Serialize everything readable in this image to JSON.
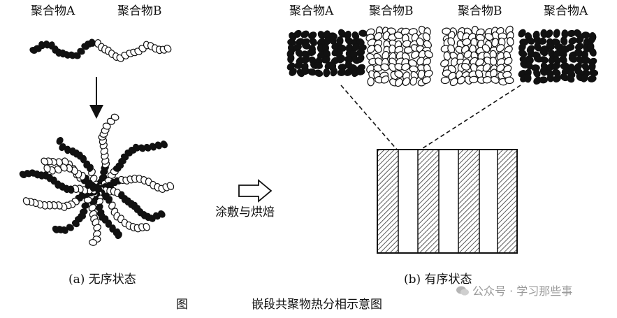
{
  "left": {
    "label_a": "聚合物A",
    "label_b": "聚合物B",
    "caption": "(a) 无序状态"
  },
  "middle": {
    "process": "涂敷与烘焙"
  },
  "right": {
    "labels": [
      "聚合物A",
      "聚合物B",
      "聚合物B",
      "聚合物A"
    ],
    "caption": "(b) 有序状态"
  },
  "figure": {
    "prefix": "图",
    "title": "嵌段共聚物热分相示意图"
  },
  "watermark": {
    "text": "公众号 · 学习那些事"
  },
  "colors": {
    "block_a": "#111111",
    "block_b": "#ffffff",
    "outline": "#111111",
    "hatch": "#333333",
    "watermark": "#9a9a9a"
  }
}
